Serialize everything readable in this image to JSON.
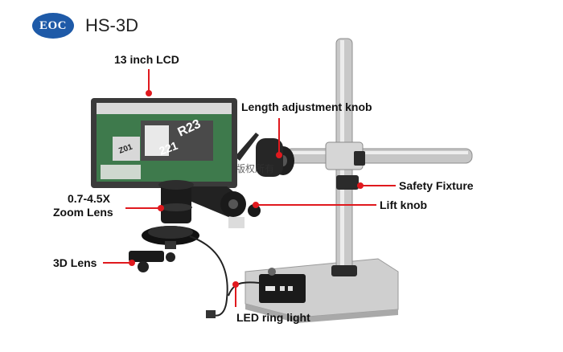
{
  "brand": {
    "logo_text": "EOC",
    "model": "HS-3D"
  },
  "labels": {
    "lcd": "13 inch LCD",
    "length_knob": "Length adjustment knob",
    "safety": "Safety Fixture",
    "zoom_line1": "0.7-4.5X",
    "zoom_line2": "Zoom Lens",
    "lift": "Lift knob",
    "lens3d": "3D Lens",
    "led": "LED ring light"
  },
  "screen_text": {
    "line1": "R23",
    "line2": "221",
    "line3": "Z01"
  },
  "watermark": "版权所有",
  "colors": {
    "accent": "#e0191e",
    "brand": "#1e5aa8"
  }
}
